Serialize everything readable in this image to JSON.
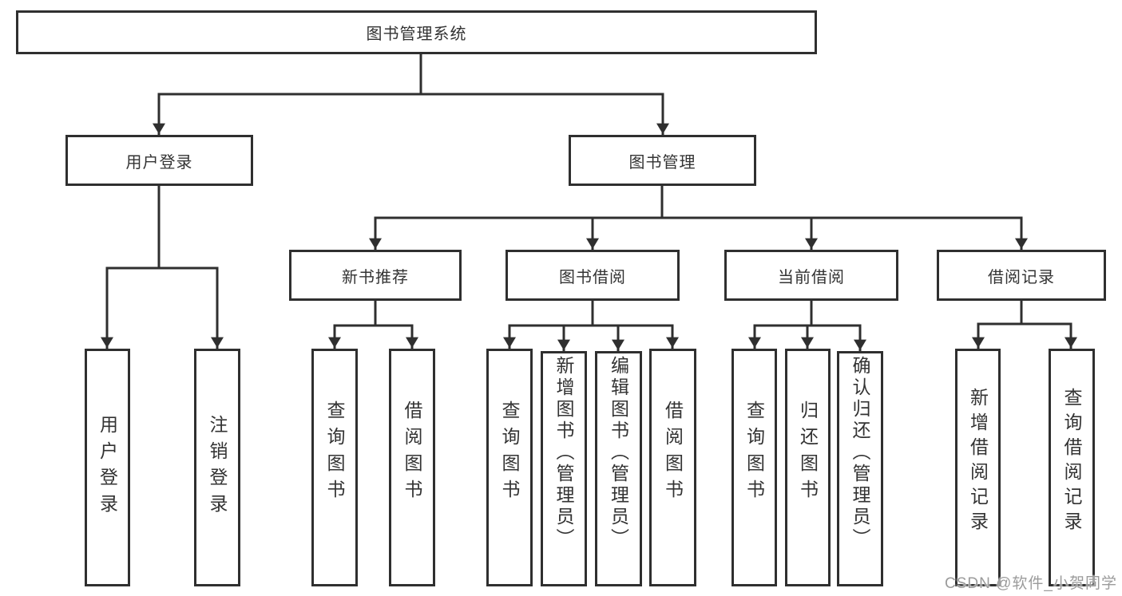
{
  "diagram": {
    "root": {
      "label": "图书管理系统",
      "children": {
        "user_login": {
          "label": "用户登录",
          "children": {
            "login": {
              "label": "用户登录"
            },
            "logout": {
              "label": "注销登录"
            }
          }
        },
        "book_mgmt": {
          "label": "图书管理",
          "children": {
            "new_books": {
              "label": "新书推荐",
              "children": {
                "query_books": {
                  "label": "查询图书"
                },
                "borrow_books": {
                  "label": "借阅图书"
                }
              }
            },
            "book_borrow": {
              "label": "图书借阅",
              "children": {
                "query_books": {
                  "label": "查询图书"
                },
                "add_books": {
                  "label": "新增图书（管理员）"
                },
                "edit_books": {
                  "label": "编辑图书（管理员）"
                },
                "borrow_books": {
                  "label": "借阅图书"
                }
              }
            },
            "current_borrow": {
              "label": "当前借阅",
              "children": {
                "query_books": {
                  "label": "查询图书"
                },
                "return_books": {
                  "label": "归还图书"
                },
                "confirm_return": {
                  "label": "确认归还（管理员）"
                }
              }
            },
            "borrow_records": {
              "label": "借阅记录",
              "children": {
                "add_record": {
                  "label": "新增借阅记录"
                },
                "query_record": {
                  "label": "查询借阅记录"
                }
              }
            }
          }
        }
      }
    },
    "watermark": "CSDN @软件_小贺同学",
    "colors": {
      "line": "#2f2f2f",
      "text": "#333333",
      "watermark": "#9b9b9b",
      "background": "#ffffff"
    }
  }
}
